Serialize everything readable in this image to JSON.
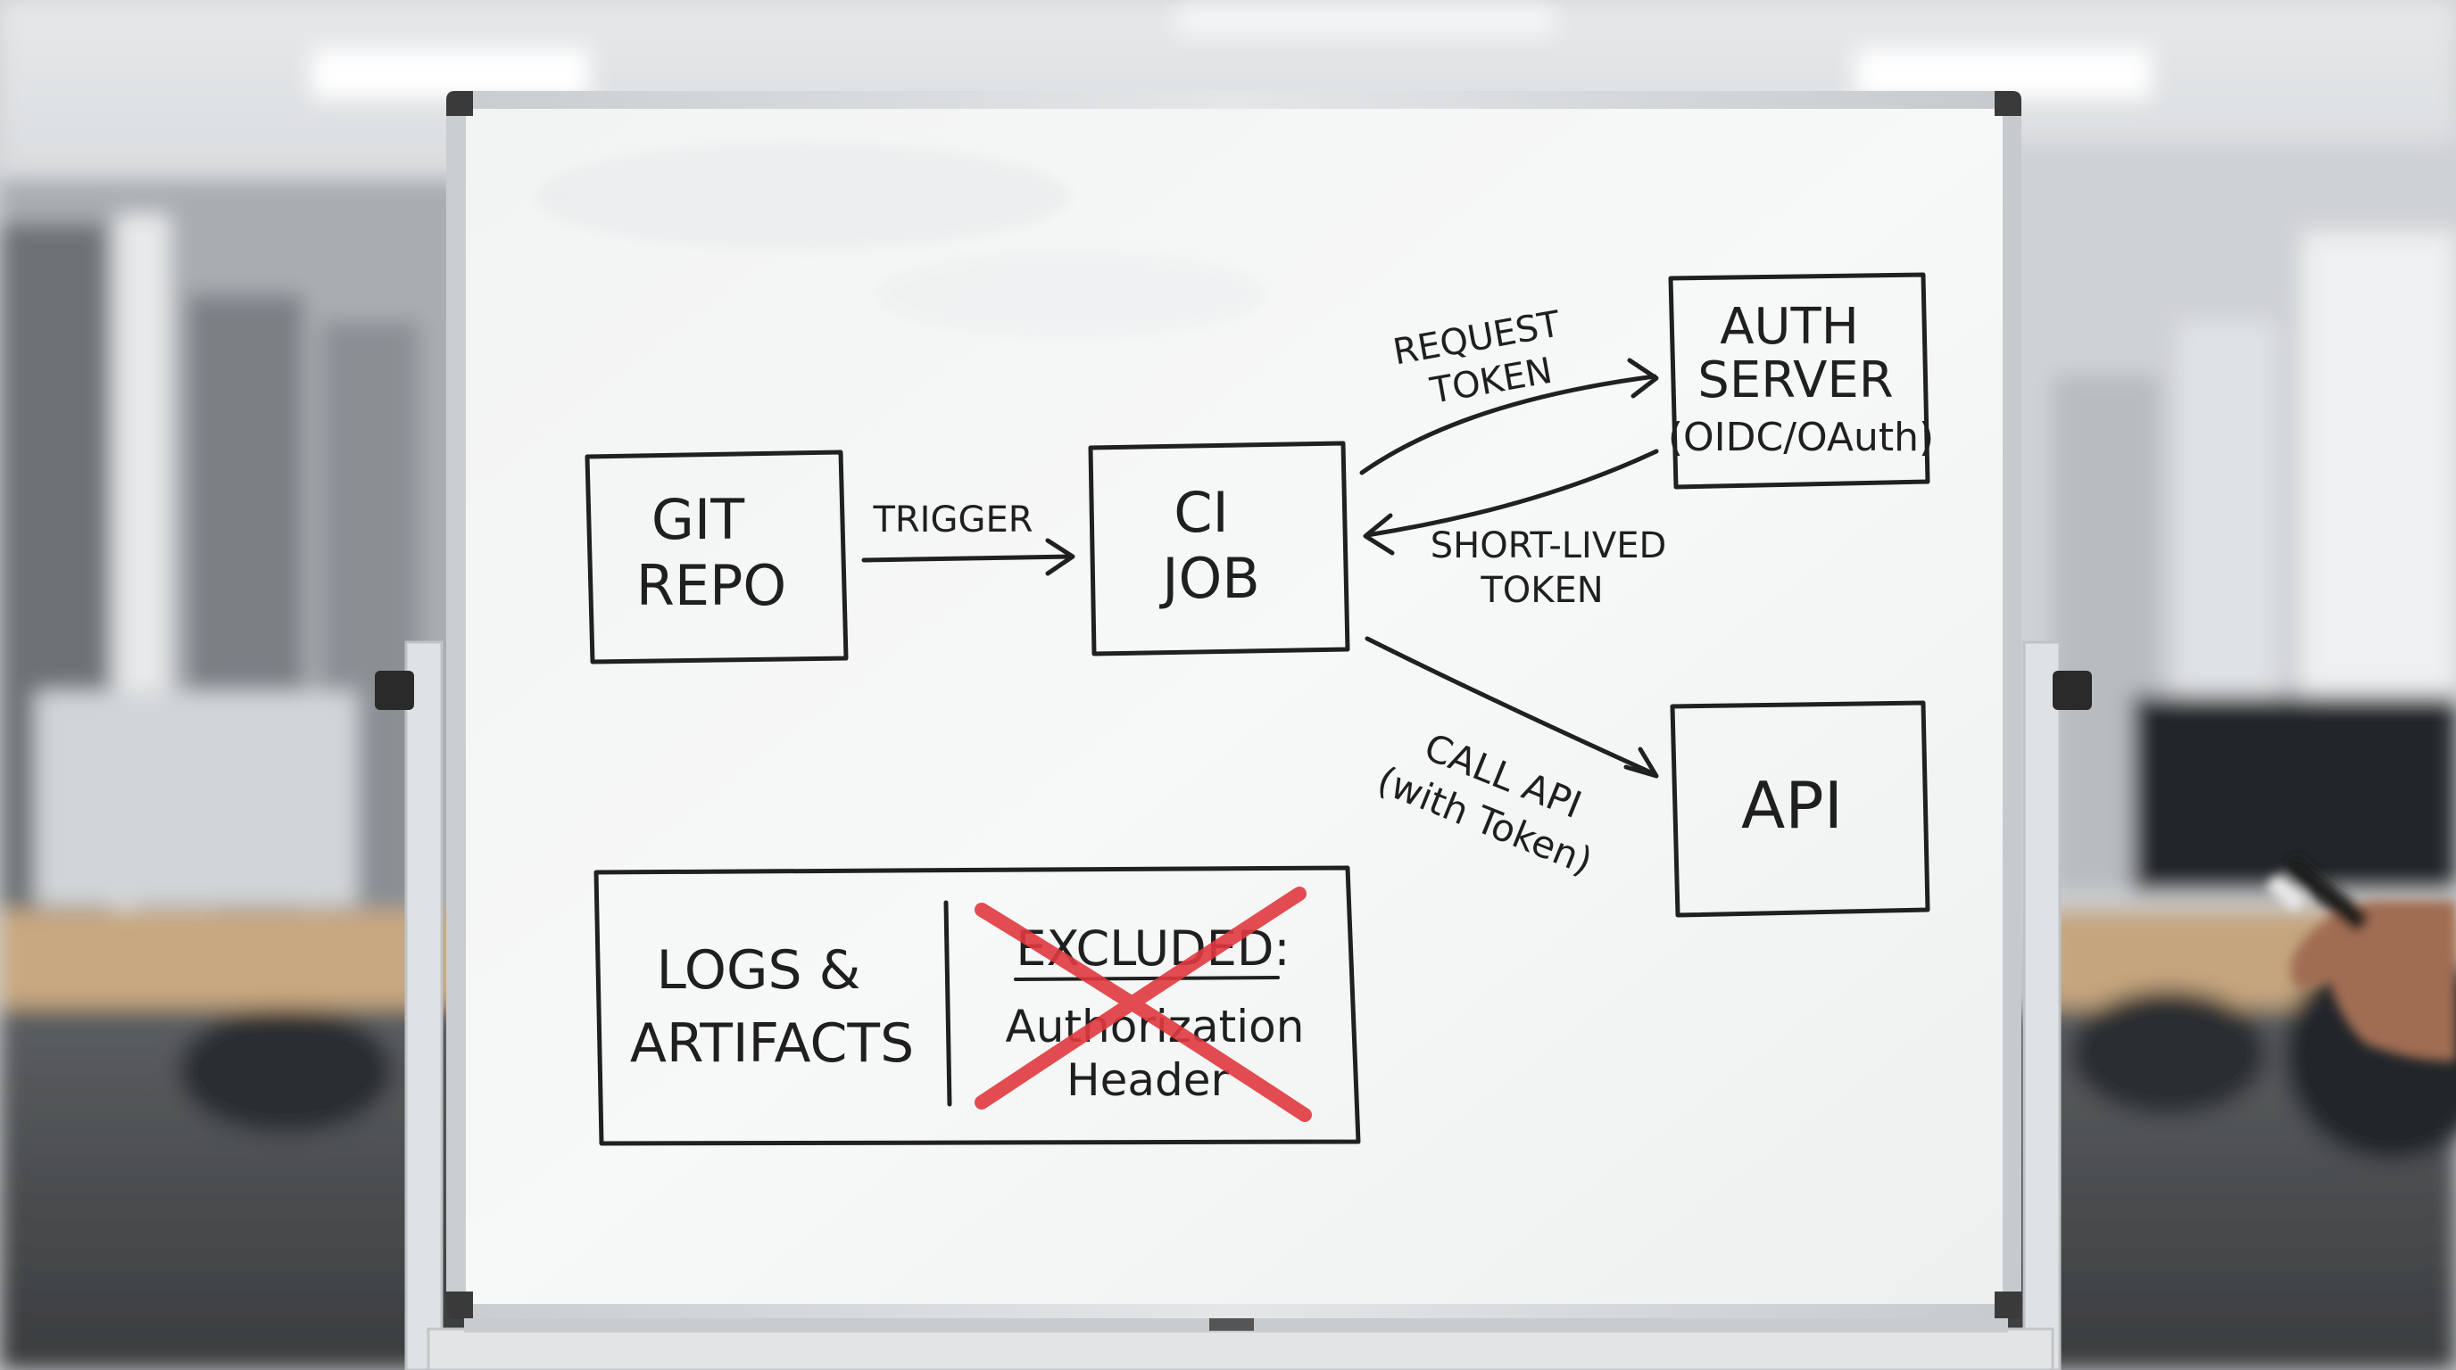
{
  "whiteboard": {
    "boxes": {
      "git_repo": [
        "GIT",
        "REPO"
      ],
      "ci_job": [
        "CI",
        "JOB"
      ],
      "auth_server": [
        "AUTH",
        "SERVER",
        "(OIDC/OAuth)"
      ],
      "api": "API",
      "logs": [
        "LOGS &",
        "ARTIFACTS"
      ]
    },
    "arrows": {
      "trigger": "TRIGGER",
      "request_token": [
        "REQUEST",
        "TOKEN"
      ],
      "short_lived_token": [
        "SHORT-LIVED",
        "TOKEN"
      ],
      "call_api": [
        "CALL API",
        "(with Token)"
      ]
    },
    "excluded": {
      "title": "EXCLUDED:",
      "lines": [
        "Authorization",
        "Header"
      ],
      "strike_color": "#e0393e"
    }
  },
  "colors": {
    "board": "#f5f6f6",
    "frame": "#d9dcde",
    "ink": "#1f1f1f"
  }
}
